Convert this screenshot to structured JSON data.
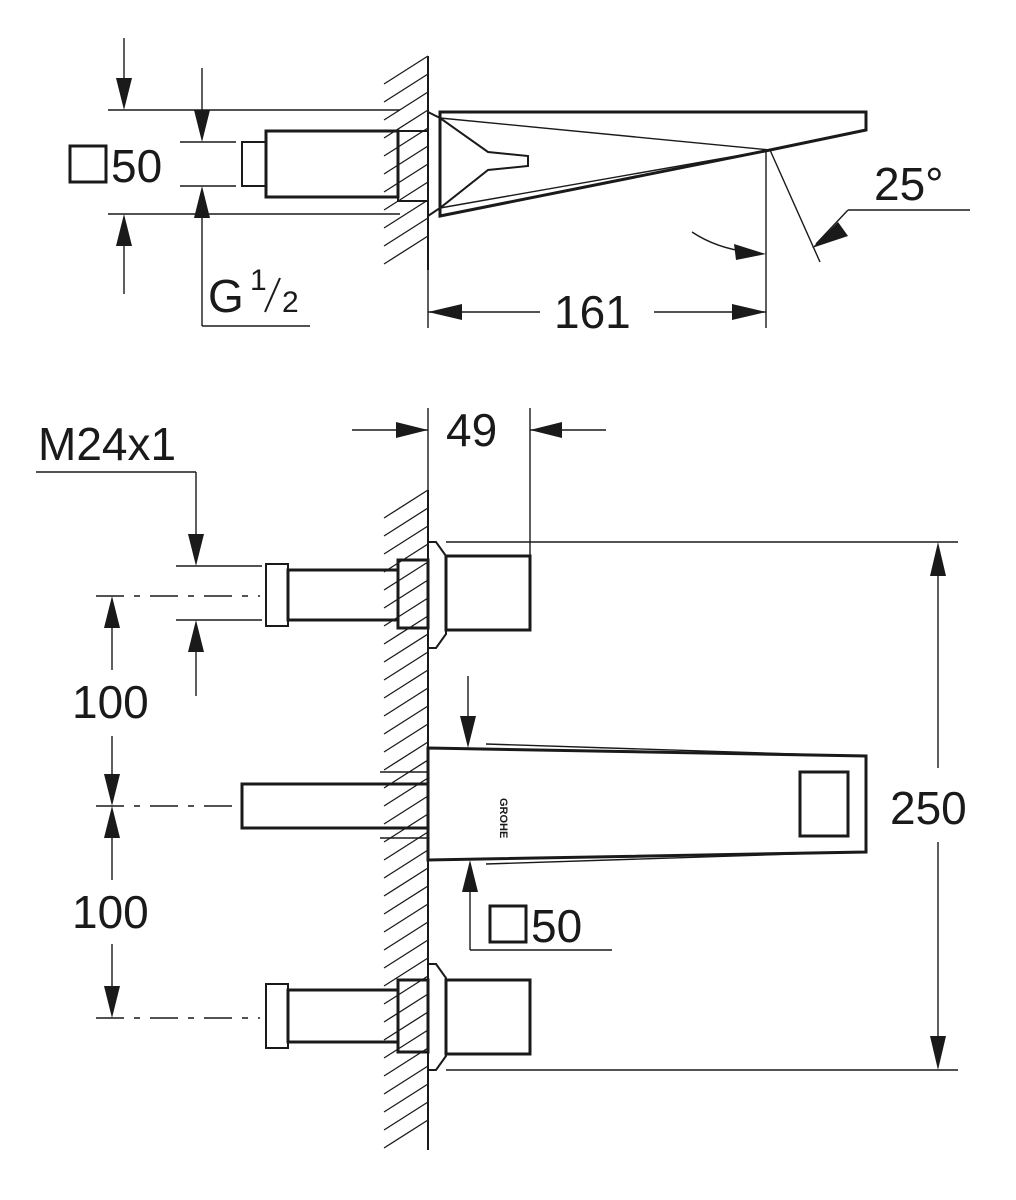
{
  "top_view": {
    "square_size_label": "50",
    "thread_label": "G",
    "thread_fraction_num": "1",
    "thread_fraction_den": "2",
    "angle_label": "25°",
    "spout_length_label": "161"
  },
  "front_view": {
    "thread_label": "M24x1",
    "projection_label": "49",
    "spacing_upper_label": "100",
    "spacing_lower_label": "100",
    "height_label": "250",
    "square_size_label": "50",
    "logo_text": "GROHE"
  },
  "colors": {
    "line": "#1a1a1a",
    "background": "#ffffff"
  }
}
